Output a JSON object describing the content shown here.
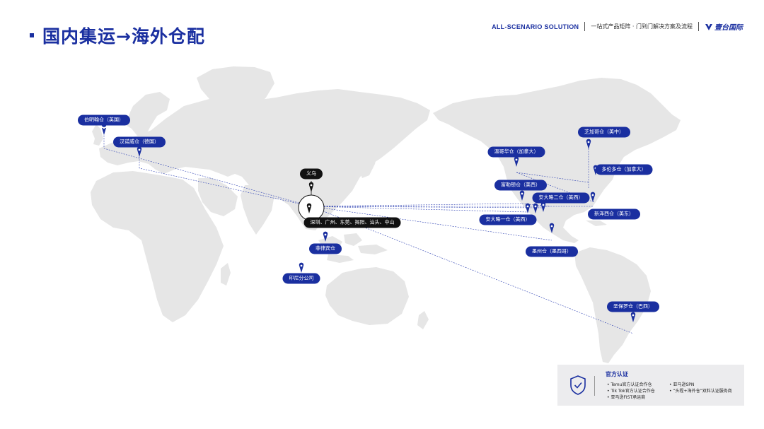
{
  "header": {
    "title": "国内集运→海外仓配",
    "english_tag": "ALL-SCENARIO SOLUTION",
    "subtitle": "一站式产品矩阵 · 门到门解决方案及流程",
    "logo_text": "壹台国际"
  },
  "origins": {
    "yiwu": "义乌",
    "south_china": "深圳、广州、东莞、揭阳、汕头、中山"
  },
  "warehouses": {
    "birmingham": "伯明翰仓（英国）",
    "hanover": "汉诺威仓（德国）",
    "philippines": "菲律宾仓",
    "indonesia": "印尼分公司",
    "vancouver": "温哥华仓（加拿大）",
    "chicago": "芝加哥仓（美中）",
    "toronto": "多伦多仓（加拿大）",
    "fontana": "富勒顿仓（美西）",
    "ontario2": "安大略二仓（美西）",
    "ontario1": "安大略一仓（美西）",
    "newjersey": "新泽西仓（美东）",
    "mexico": "墨州仓（墨西哥）",
    "saopaulo": "圣保罗仓（巴西）"
  },
  "certification": {
    "title": "官方认证",
    "left_items": [
      "Temu官方认证合作仓",
      "Tik Tok官方认证合作仓",
      "亚马逊FIST承运商"
    ],
    "right_items": [
      "亚马逊SPN",
      "“头程+海外仓”双料认证服务商"
    ]
  },
  "colors": {
    "brand_blue": "#1a2fa0",
    "land": "#e6e6e6",
    "label_dark": "#111111"
  }
}
